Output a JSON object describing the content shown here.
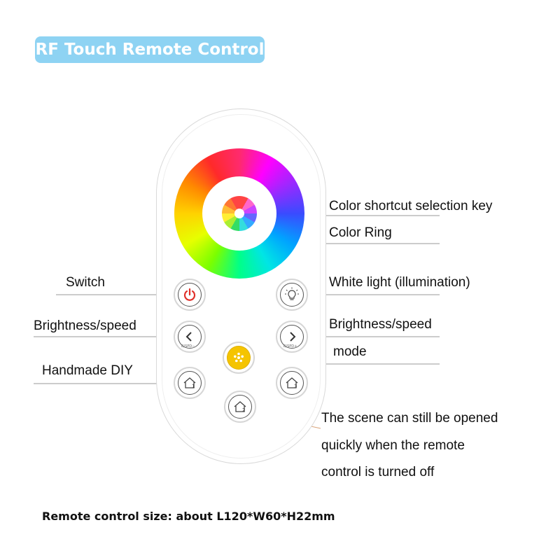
{
  "header": {
    "title": "RF Touch Remote Control"
  },
  "callouts": {
    "color_shortcut": "Color shortcut selection key",
    "color_ring": "Color Ring",
    "switch": "Switch",
    "white_light": "White light (illumination)",
    "brightness_left": "Brightness/speed",
    "brightness_right": "Brightness/speed",
    "mode": "mode",
    "handmade_diy": "Handmade DIY",
    "scene_line1": "The scene can still be opened",
    "scene_line2": "quickly when the remote",
    "scene_line3": "control is turned off"
  },
  "buttons": {
    "minus_sub": "B/SPD−",
    "plus_sub": "B/SPD+",
    "scene1_digit": "1",
    "scene2_digit": "2",
    "scene3_digit": "3"
  },
  "footer": {
    "size_note": "Remote control size: about L120*W60*H22mm"
  },
  "colors": {
    "title_badge": "#8ed3f3",
    "power_red": "#e0302a",
    "mode_yellow": "#f5c400",
    "leader_line": "#999999",
    "scene_leader": "#d9a37a"
  },
  "icons": [
    "power-icon",
    "bulb-icon",
    "chevron-left-icon",
    "chevron-right-icon",
    "mode-dots-icon",
    "house-icon"
  ]
}
